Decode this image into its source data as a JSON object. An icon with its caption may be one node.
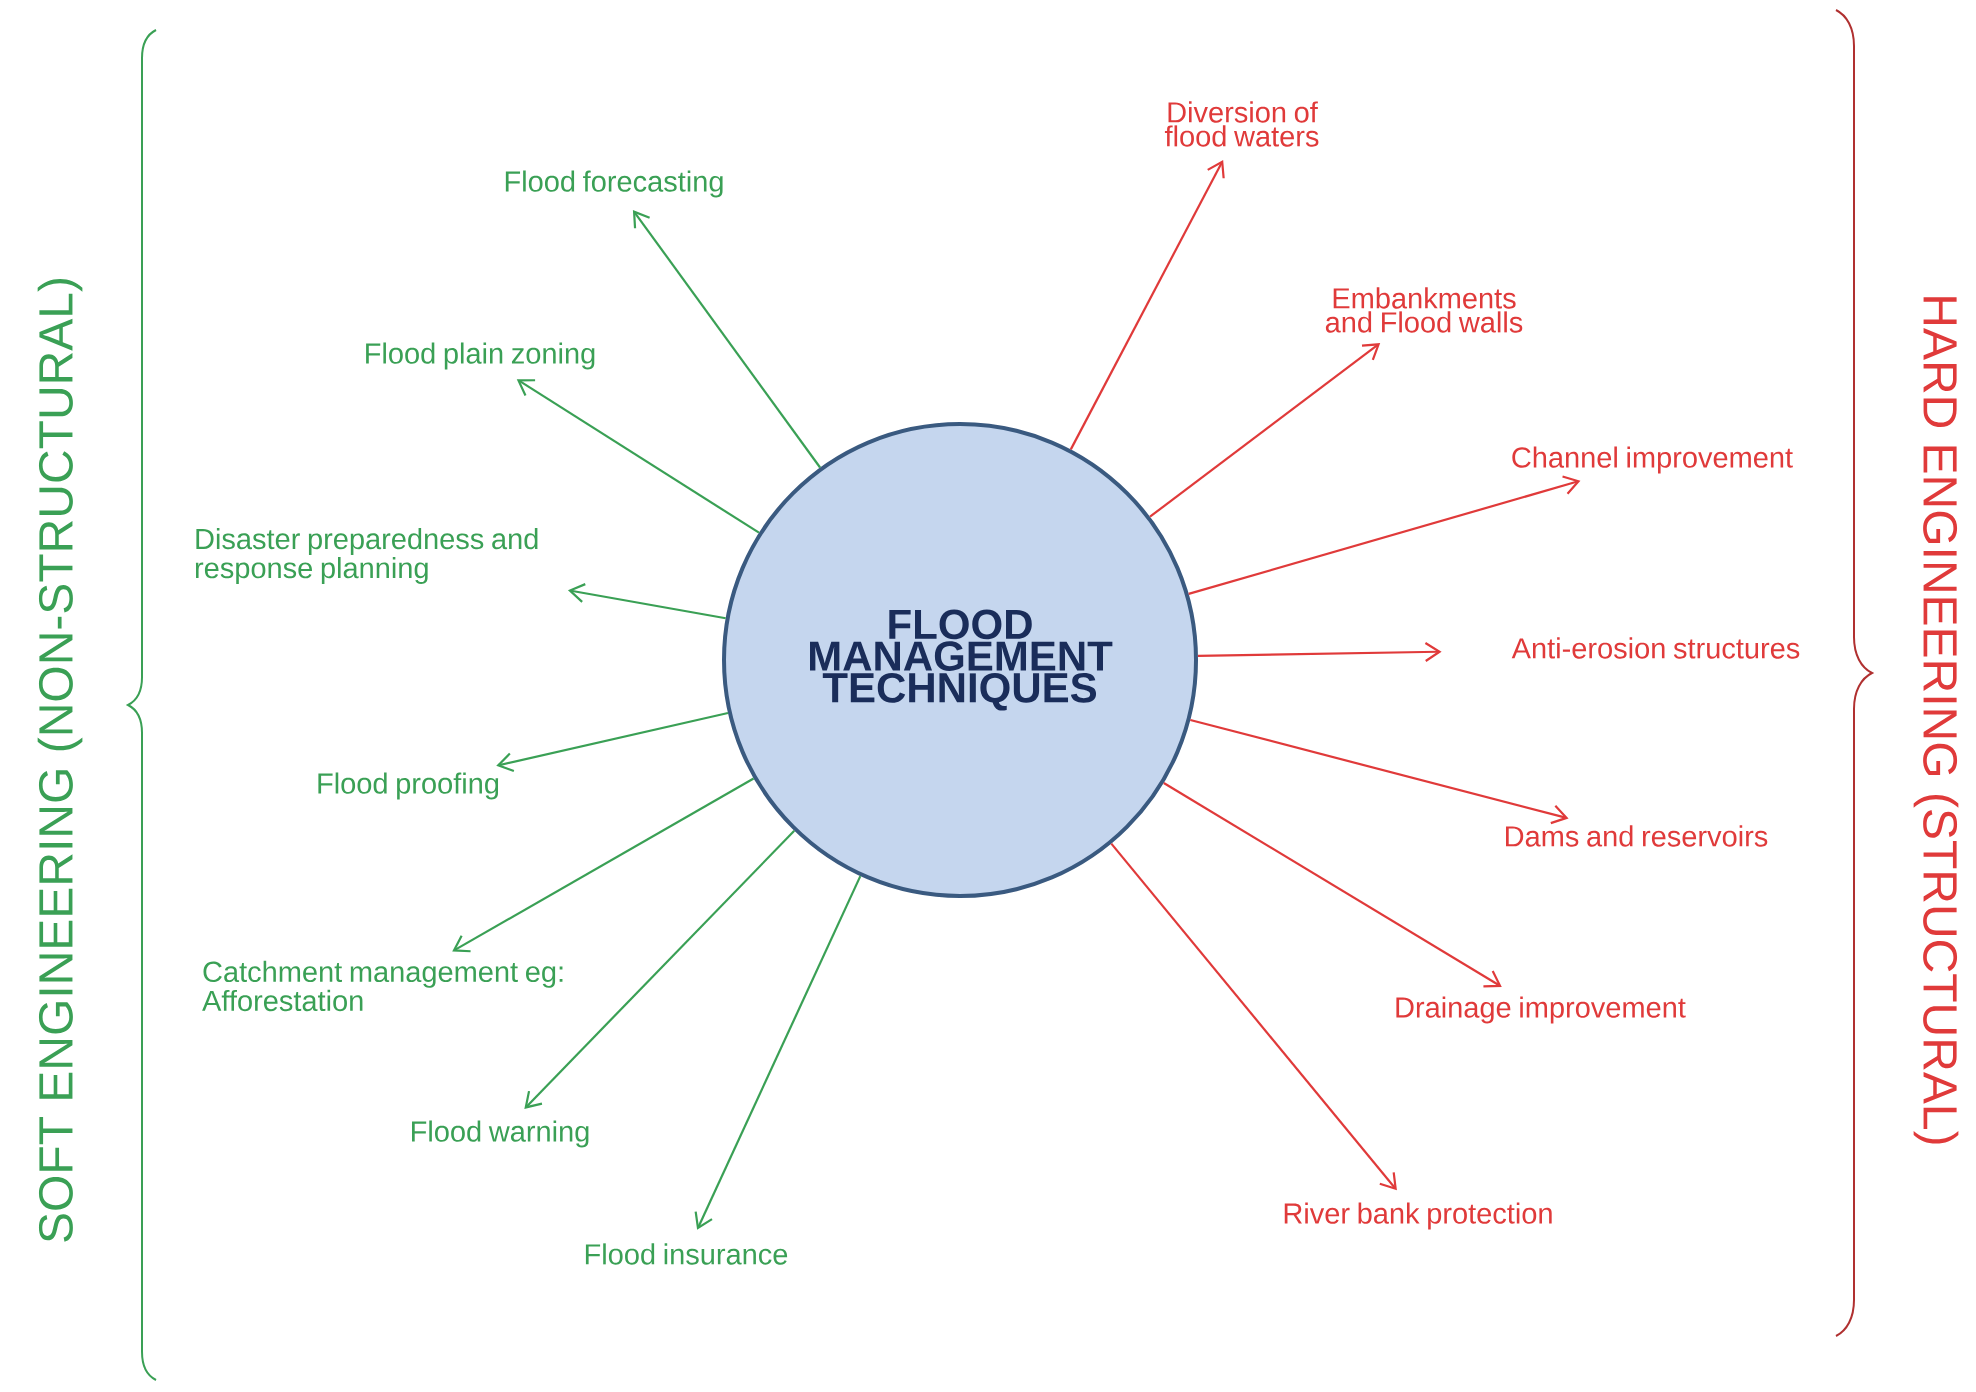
{
  "diagram": {
    "nodes": [
      {
        "text": [
          "FLOOD MANAGEMENT TECHNIQUES"
        ]
      },
      {
        "text": [
          "Flood forecasting"
        ]
      },
      {
        "text": [
          "Flood plain zoning"
        ]
      },
      {
        "text": [
          "Disaster preparedness and response planning"
        ]
      },
      {
        "text": [
          "Flood proofing"
        ]
      },
      {
        "text": [
          "Catchment management eg:  Afforestation"
        ]
      },
      {
        "text": [
          "Flood warning"
        ]
      },
      {
        "text": [
          "Flood insurance"
        ]
      },
      {
        "text": [
          "Diversion of flood waters"
        ]
      },
      {
        "text": [
          "Embankments and Flood walls"
        ]
      },
      {
        "text": [
          "Channel improvement"
        ]
      },
      {
        "text": [
          "Anti-erosion structures"
        ]
      },
      {
        "text": [
          "Dams and reservoirs"
        ]
      },
      {
        "text": [
          "Drainage improvement"
        ]
      },
      {
        "text": [
          "River bank protection"
        ]
      }
    ],
    "edges": [
      {
        "from": 0,
        "to": 1,
        "arrow": "to",
        "color": "#3aa055"
      },
      {
        "from": 0,
        "to": 2,
        "arrow": "to",
        "color": "#3aa055"
      },
      {
        "from": 0,
        "to": 3,
        "arrow": "to",
        "color": "#3aa055"
      },
      {
        "from": 0,
        "to": 4,
        "arrow": "to",
        "color": "#3aa055"
      },
      {
        "from": 0,
        "to": 5,
        "arrow": "to",
        "color": "#3aa055"
      },
      {
        "from": 0,
        "to": 6,
        "arrow": "to",
        "color": "#3aa055"
      },
      {
        "from": 0,
        "to": 7,
        "arrow": "to",
        "color": "#3aa055"
      },
      {
        "from": 0,
        "to": 8,
        "arrow": "to",
        "color": "#e03a3a"
      },
      {
        "from": 0,
        "to": 9,
        "arrow": "to",
        "color": "#e03a3a"
      },
      {
        "from": 0,
        "to": 10,
        "arrow": "to",
        "color": "#e03a3a"
      },
      {
        "from": 0,
        "to": 11,
        "arrow": "to",
        "color": "#e03a3a"
      },
      {
        "from": 0,
        "to": 12,
        "arrow": "to",
        "color": "#e03a3a"
      },
      {
        "from": 0,
        "to": 13,
        "arrow": "to",
        "color": "#e03a3a"
      },
      {
        "from": 0,
        "to": 14,
        "arrow": "to",
        "color": "#e03a3a"
      }
    ],
    "labels": [
      "SOFT ENGINEERING (NON-STRUCTURAL)",
      "HARD ENGINEERING (STRUCTURAL)"
    ]
  }
}
